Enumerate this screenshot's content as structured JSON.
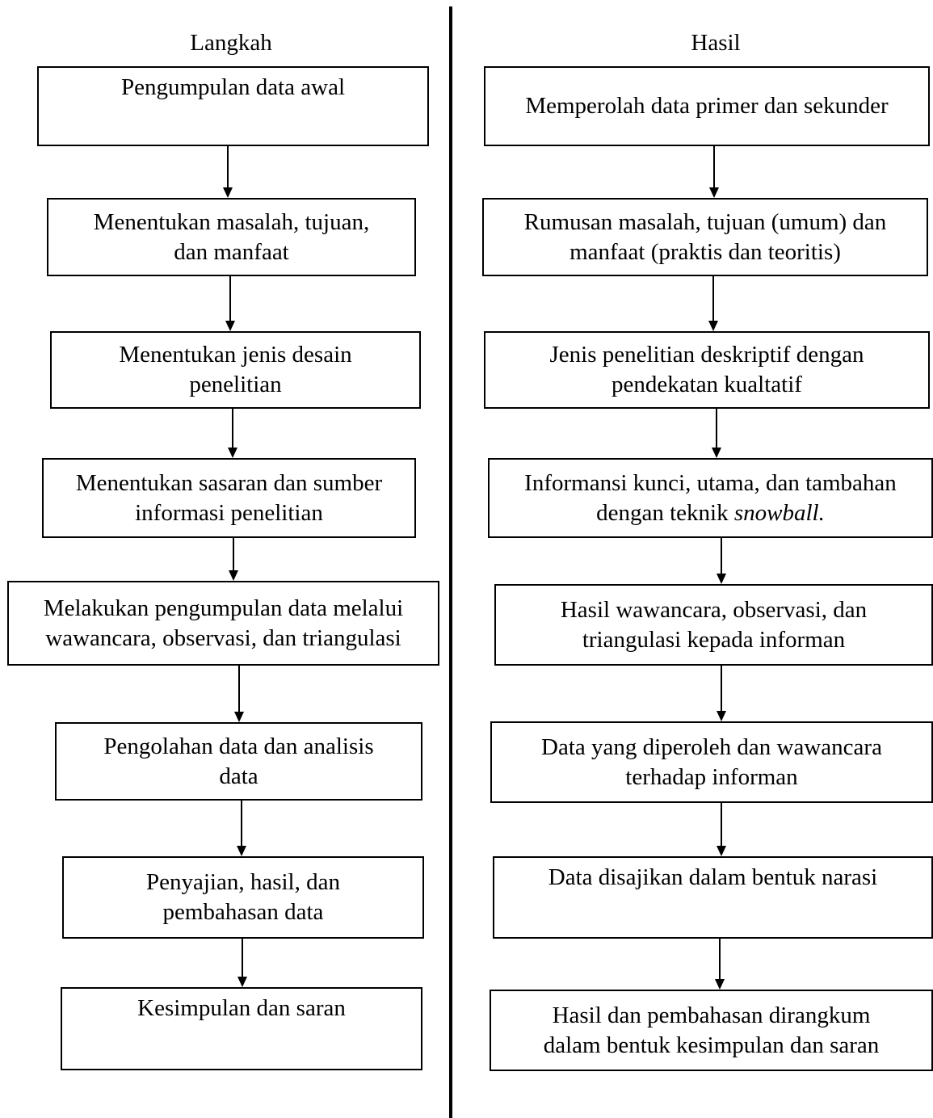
{
  "headers": {
    "left": "Langkah",
    "right": "Hasil"
  },
  "steps": [
    [
      "Pengumpulan data awal"
    ],
    [
      "Menentukan masalah, tujuan,",
      "dan manfaat"
    ],
    [
      "Menentukan jenis desain",
      "penelitian"
    ],
    [
      "Menentukan sasaran dan sumber",
      "informasi penelitian"
    ],
    [
      "Melakukan pengumpulan data melalui",
      "wawancara, observasi, dan triangulasi"
    ],
    [
      "Pengolahan data dan analisis",
      "data"
    ],
    [
      "Penyajian, hasil, dan",
      "pembahasan data"
    ],
    [
      "Kesimpulan dan saran"
    ]
  ],
  "results": [
    [
      "Memperolah data primer dan sekunder"
    ],
    [
      "Rumusan masalah, tujuan (umum) dan",
      "manfaat (praktis dan teoritis)"
    ],
    [
      "Jenis penelitian deskriptif dengan",
      "pendekatan kualtatif"
    ],
    [
      "Informansi kunci, utama, dan tambahan",
      "dengan teknik "
    ],
    [
      "Hasil wawancara, observasi, dan",
      "triangulasi kepada informan"
    ],
    [
      "Data yang diperoleh dan wawancara",
      "terhadap informan"
    ],
    [
      "Data disajikan dalam bentuk narasi"
    ],
    [
      "Hasil dan pembahasan dirangkum",
      "dalam bentuk kesimpulan dan saran"
    ]
  ],
  "results_4_italic": "snowball."
}
